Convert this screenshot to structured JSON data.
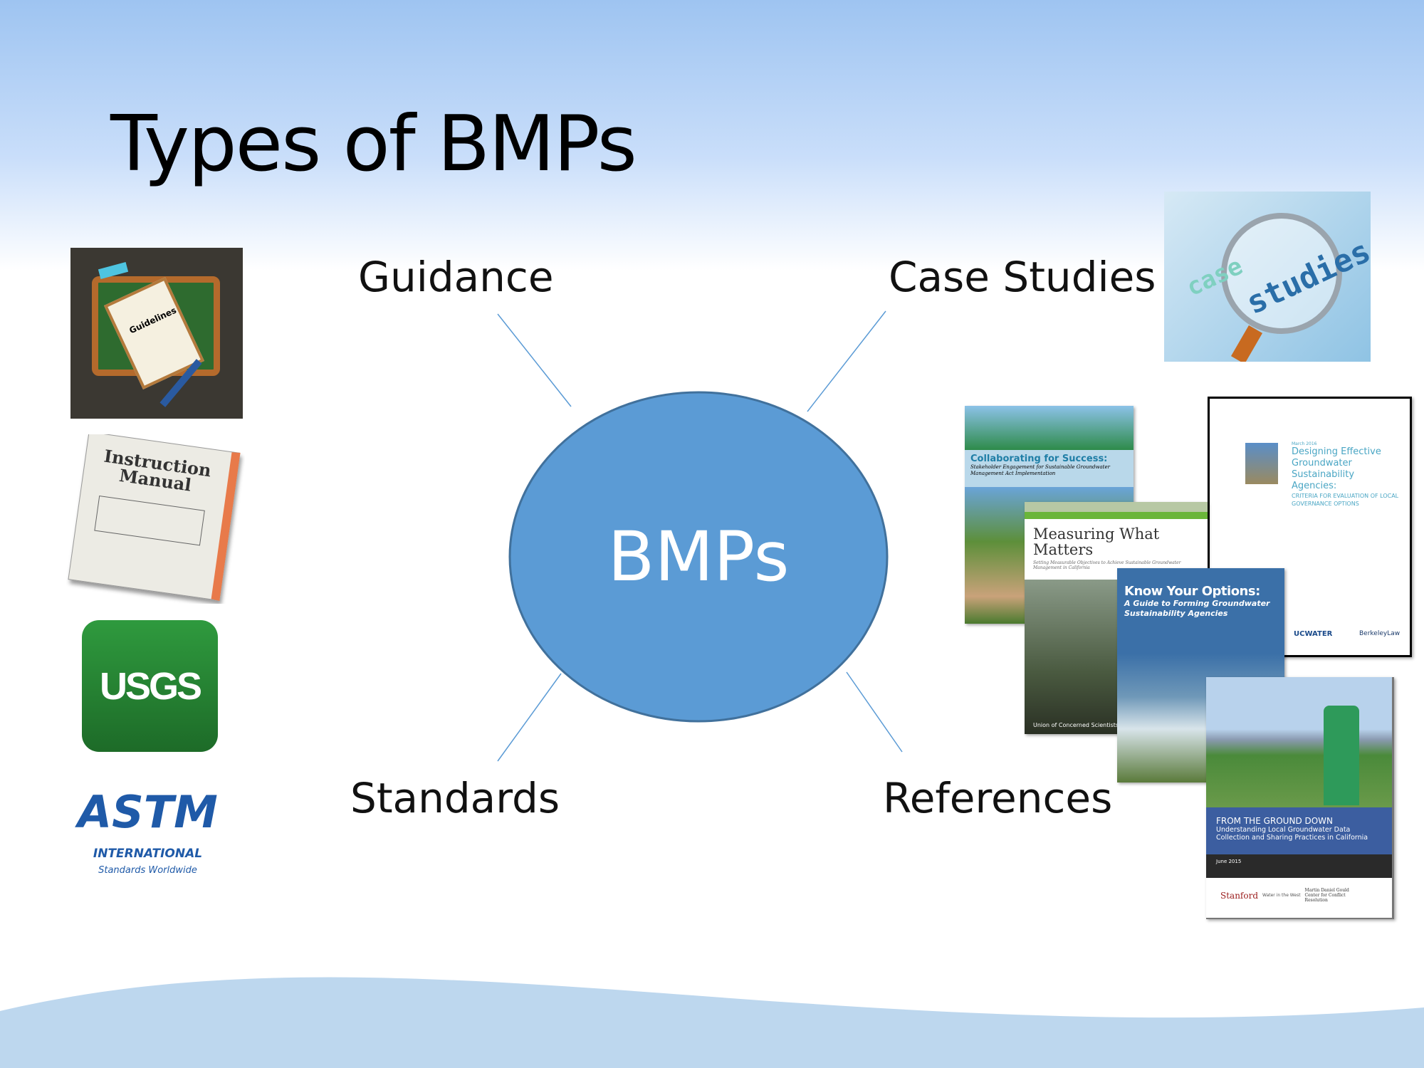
{
  "slide": {
    "title": "Types of BMPs",
    "center": "BMPs",
    "colors": {
      "ellipse": "#5b9bd5",
      "ellipse_stroke": "#41719c",
      "line": "#5b9bd5",
      "wave": "#bdd7ee"
    }
  },
  "branches": {
    "guidance": "Guidance",
    "case_studies": "Case Studies",
    "standards": "Standards",
    "references": "References"
  },
  "images": {
    "clipboard": {
      "label": "Guidelines"
    },
    "manual": {
      "title": "Instruction",
      "title2": "Manual"
    },
    "usgs": {
      "text": "USGS"
    },
    "astm": {
      "logo": "ASTM",
      "name": "INTERNATIONAL",
      "tagline": "Standards Worldwide"
    },
    "case": {
      "w1": "case",
      "w2": "studies"
    }
  },
  "docs": {
    "collab": {
      "title": "Collaborating for Success:",
      "sub": "Stakeholder Engagement for Sustainable Groundwater Management Act Implementation"
    },
    "designing": {
      "date": "March 2016",
      "title": "Designing Effective Groundwater Sustainability Agencies:",
      "sub": "CRITERIA FOR EVALUATION OF LOCAL GOVERNANCE OPTIONS",
      "logo1": "UCWATER",
      "logo2": "BerkeleyLaw"
    },
    "measuring": {
      "title": "Measuring What Matters",
      "sub": "Setting Measurable Objectives to Achieve Sustainable Groundwater Management in California",
      "org": "Union of Concerned Scientists"
    },
    "options": {
      "title": "Know Your Options:",
      "sub": "A Guide to Forming Groundwater Sustainability Agencies"
    },
    "ground": {
      "title": "FROM THE GROUND DOWN",
      "sub": "Understanding Local Groundwater Data Collection and Sharing Practices in California",
      "date": "June 2015",
      "org": "Stanford",
      "org2": "Water in the West",
      "org3": "Martin Daniel Gould Center for Conflict Resolution"
    }
  }
}
